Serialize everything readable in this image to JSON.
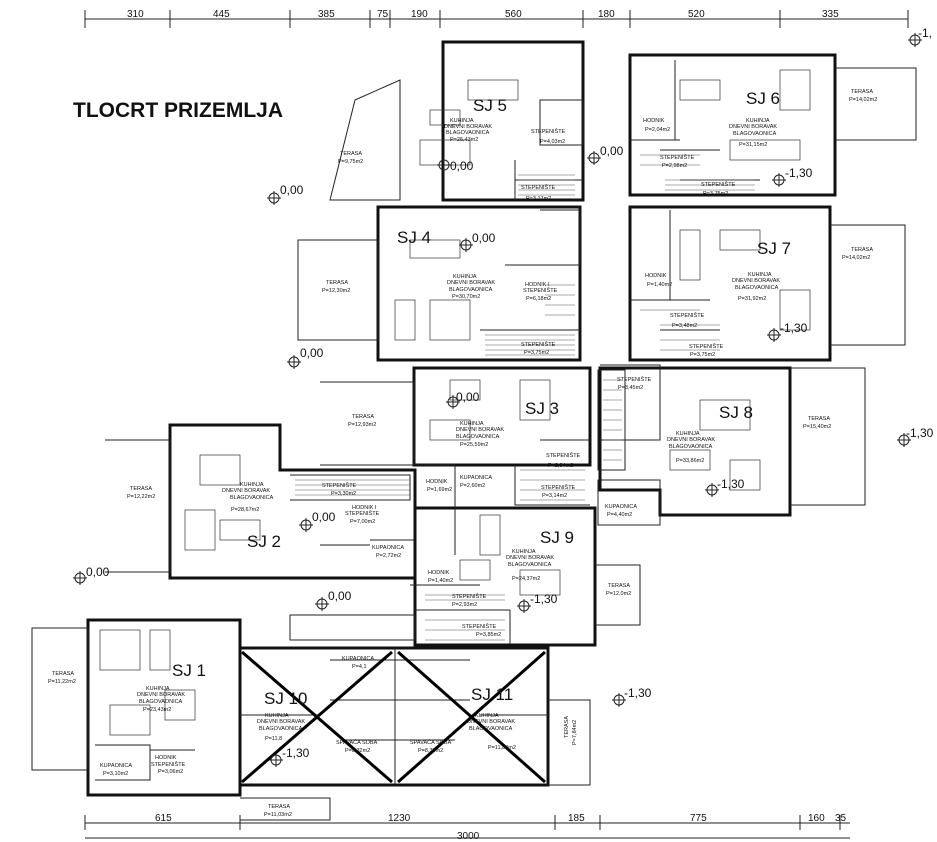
{
  "title": "TLOCRT PRIZEMLJA",
  "dims_top": [
    "310",
    "445",
    "385",
    "75",
    "190",
    "560",
    "180",
    "520",
    "335"
  ],
  "dims_bottom": [
    "615",
    "1230",
    "185",
    "775",
    "160",
    "35"
  ],
  "dim_total": "3000",
  "units": {
    "sj1": "SJ 1",
    "sj2": "SJ 2",
    "sj3": "SJ 3",
    "sj4": "SJ 4",
    "sj5": "SJ 5",
    "sj6": "SJ 6",
    "sj7": "SJ 7",
    "sj8": "SJ 8",
    "sj9": "SJ 9",
    "sj10": "SJ 10",
    "sj11": "SJ 11"
  },
  "levels": {
    "l_1_30": "-1,30",
    "l_0_00": "0,00",
    "l_minus1": "-1,"
  },
  "room_labels": {
    "terasa": "TERASA",
    "kuhinja": "KUHINJA",
    "dnevni": "DNEVNI BORAVAK",
    "blagovaonica": "BLAGOVAONICA",
    "stepeniste": "STEPENIŠTE",
    "hodnik": "HODNIK",
    "hodnik_i_step": "HODNIK I",
    "kupaonica": "KUPAONICA",
    "spavaca": "SPAVAĆA SOBA"
  },
  "areas": {
    "t_sj5": "P=9,75m2",
    "t_sj4": "P=12,30m2",
    "t_sj3": "P=12,93m2",
    "t_sj2": "P=12,22m2",
    "t_sj1": "P=11,22m2",
    "t_bottom": "P=11,03m2",
    "t_sj6": "P=14,02m2",
    "t_sj7": "P=14,02m2",
    "t_sj8": "P=15,40m2",
    "t_sj9": "P=12,0m2",
    "t_sj11": "P=7,84m2",
    "k_sj5": "P=26,43m2",
    "k_sj4": "P=30,70m2",
    "k_sj3": "P=25,59m2",
    "k_sj2": "P=28,67m2",
    "k_sj1": "P=23,43m2",
    "k_sj6": "P=31,15m2",
    "k_sj7": "P=31,92m2",
    "k_sj8": "P=33,86m2",
    "k_sj9": "P=24,37m2",
    "s_sj5a": "P=4,03m2",
    "s_sj5b": "P=3,17m2",
    "s_sj4a": "P=6,18m2",
    "s_sj4b": "P=3,75m2",
    "s_sj3": "P=2,34m2",
    "s_sj3b": "P=3,14m2",
    "s_sj2a": "P=3,30m2",
    "s_sj2b": "P=7,00m2",
    "s_sj9a": "P=2,93m2",
    "s_sj9b": "P=3,85m2",
    "s_sj6a": "P=2,98m2",
    "s_sj6b": "P=3,75m2",
    "s_sj7a": "P=3,48m2",
    "s_sj7b": "P=3,75m2",
    "s_sj8": "P=3,45m2",
    "s_sj1": "P=3,06m2",
    "h_sj6": "P=2,04m2",
    "h_sj7": "P=1,40m2",
    "h_sj3": "P=1,69m2",
    "h_sj9": "P=1,40m2",
    "b_sj3": "P=2,60m2",
    "b_sj2": "P=2,72m2",
    "b_sj8": "P=4,40m2",
    "b_sj1": "P=3,10m2",
    "b_sj10": "P=4,1",
    "sp_sj10": "P=8,32m2",
    "sp_sj11": "P=8,32m2",
    "k_sj10": "P=11,8",
    "k_sj11": "P=11,84m2"
  }
}
